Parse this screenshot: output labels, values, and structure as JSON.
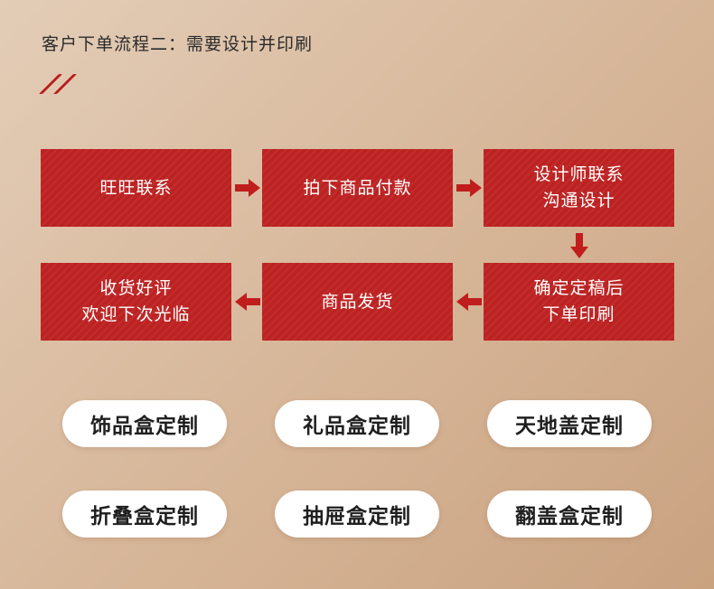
{
  "header": {
    "title": "客户下单流程二：需要设计并印刷"
  },
  "accent_color": "#bd2222",
  "flow": {
    "steps": [
      {
        "line1": "旺旺联系",
        "line2": ""
      },
      {
        "line1": "拍下商品付款",
        "line2": ""
      },
      {
        "line1": "设计师联系",
        "line2": "沟通设计"
      },
      {
        "line1": "确定定稿后",
        "line2": "下单印刷"
      },
      {
        "line1": "商品发货",
        "line2": ""
      },
      {
        "line1": "收货好评",
        "line2": "欢迎下次光临"
      }
    ],
    "arrow_icons": [
      "arrow-right-icon",
      "arrow-right-icon",
      "arrow-down-icon",
      "arrow-left-icon",
      "arrow-left-icon"
    ]
  },
  "products": {
    "labels": [
      "饰品盒定制",
      "礼品盒定制",
      "天地盖定制",
      "折叠盒定制",
      "抽屉盒定制",
      "翻盖盒定制"
    ]
  }
}
